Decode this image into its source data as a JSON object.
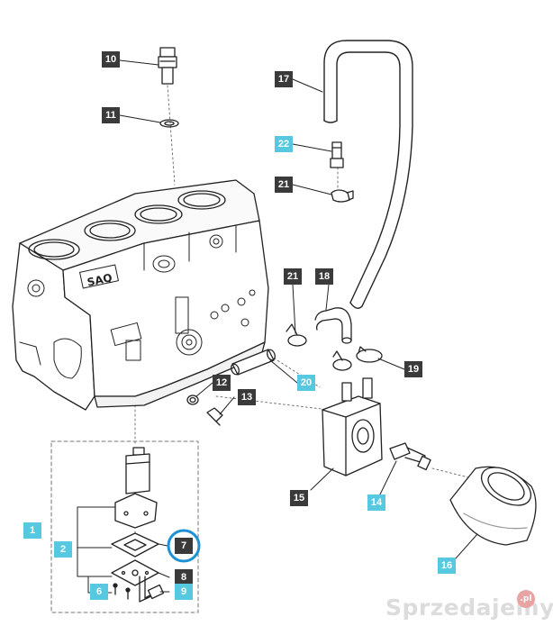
{
  "callouts": [
    {
      "id": "10",
      "style": "dark"
    },
    {
      "id": "11",
      "style": "dark"
    },
    {
      "id": "17",
      "style": "dark"
    },
    {
      "id": "22",
      "style": "cyan"
    },
    {
      "id": "21",
      "style": "dark"
    },
    {
      "id": "21b",
      "label": "21",
      "style": "dark"
    },
    {
      "id": "18",
      "style": "dark"
    },
    {
      "id": "19",
      "style": "dark"
    },
    {
      "id": "20",
      "style": "cyan"
    },
    {
      "id": "12",
      "style": "dark"
    },
    {
      "id": "13",
      "style": "dark"
    },
    {
      "id": "15",
      "style": "dark"
    },
    {
      "id": "14",
      "style": "cyan"
    },
    {
      "id": "16",
      "style": "cyan"
    },
    {
      "id": "1",
      "style": "cyan"
    },
    {
      "id": "2",
      "style": "cyan"
    },
    {
      "id": "7",
      "style": "dark"
    },
    {
      "id": "8",
      "style": "dark"
    },
    {
      "id": "6",
      "style": "cyan"
    },
    {
      "id": "9",
      "style": "cyan"
    }
  ],
  "block_lettering": "SAQ",
  "watermark": {
    "text": "Sprzedajemy",
    "badge": ".pl"
  },
  "colors": {
    "dark_tag": "#3a3a3a",
    "cyan_tag": "#56c8e0",
    "highlight_ring": "#1e90d6",
    "line": "#222222"
  }
}
